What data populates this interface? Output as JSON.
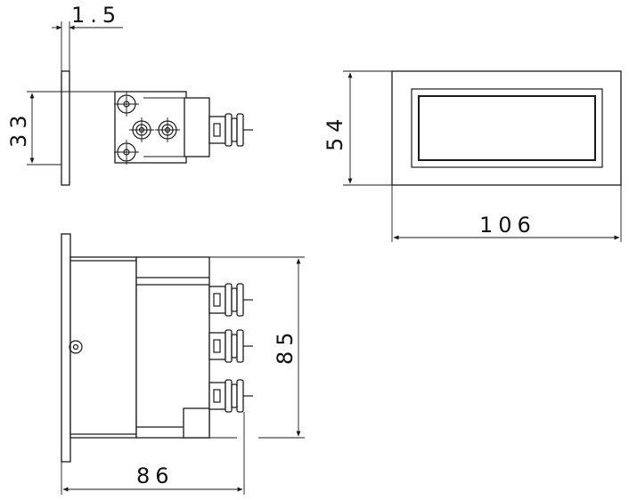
{
  "drawing": {
    "dimensions": {
      "flange_thickness": "1.5",
      "side_height": "33",
      "front_height": "54",
      "front_width": "106",
      "bottom_height": "85",
      "bottom_depth": "86"
    }
  }
}
